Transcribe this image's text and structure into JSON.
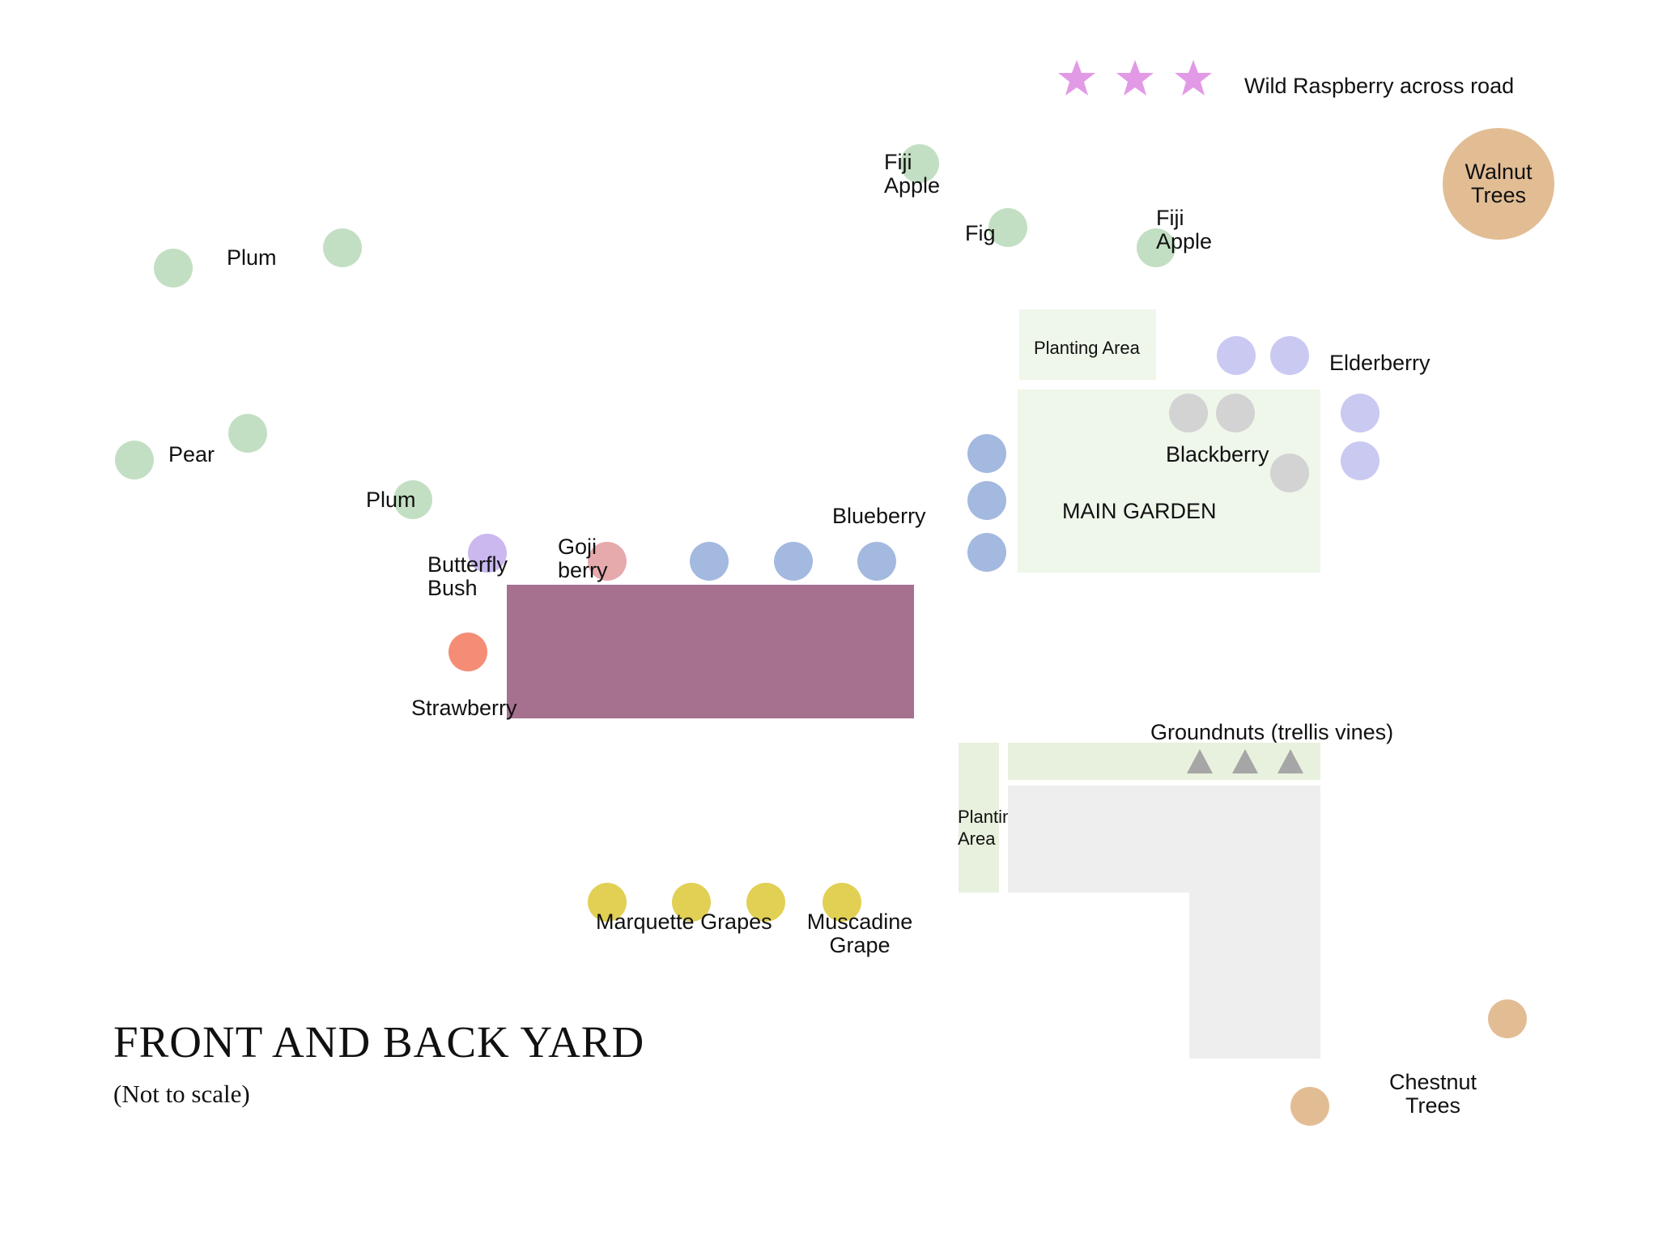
{
  "map": {
    "title": "FRONT AND BACK YARD",
    "subtitle": "(Not to scale)",
    "labels": {
      "wild_raspberry": "Wild Raspberry across road",
      "walnut_trees": "Walnut\nTrees",
      "fiji_apple_1": "Fiji\nApple",
      "fiji_apple_2": "Fiji\nApple",
      "fig": "Fig",
      "plum_top": "Plum",
      "pear": "Pear",
      "plum_mid": "Plum",
      "butterfly_bush": "Butterfly\nBush",
      "goji_berry": "Goji\nberry",
      "blueberry": "Blueberry",
      "strawberry": "Strawberry",
      "planting_area_top": "Planting Area",
      "elderberry": "Elderberry",
      "blackberry": "Blackberry",
      "main_garden": "MAIN GARDEN",
      "groundnuts": "Groundnuts (trellis vines)",
      "planting_area_side": "Planting\nArea",
      "marquette_grapes": "Marquette Grapes",
      "muscadine_grape": "Muscadine\nGrape",
      "chestnut_trees": "Chestnut\nTrees"
    },
    "colors": {
      "fruit_tree": "#c3dfc3",
      "walnut_chestnut": "#e2bd94",
      "wild_raspberry": "#e29ae6",
      "elderberry": "#c9c9f2",
      "blackberry": "#d3d3d3",
      "blueberry": "#a4b9df",
      "butterfly_bush": "#cbb8ef",
      "goji_berry": "#e6aaad",
      "strawberry": "#f58c75",
      "grapes": "#e1d054",
      "house": "#a6708f",
      "garden_area": "#eff6ea",
      "paved_area": "#eeeeee",
      "trellis": "#a6a6a6"
    },
    "icons": [
      "star-icon",
      "triangle-icon"
    ]
  }
}
